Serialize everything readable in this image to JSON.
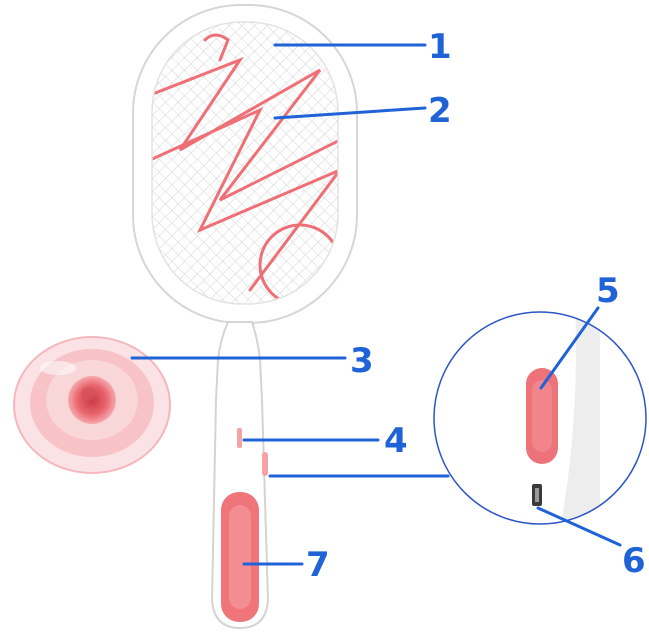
{
  "callouts": [
    {
      "id": "1",
      "label": "1"
    },
    {
      "id": "2",
      "label": "2"
    },
    {
      "id": "3",
      "label": "3"
    },
    {
      "id": "4",
      "label": "4"
    },
    {
      "id": "5",
      "label": "5"
    },
    {
      "id": "6",
      "label": "6"
    },
    {
      "id": "7",
      "label": "7"
    }
  ],
  "colors": {
    "callout": "#1f63d6",
    "accent": "#ee6f75",
    "accent_light": "#f7b9bc",
    "body": "#ffffff",
    "outline": "#d9d9d9",
    "detail_ring": "#2d55c9"
  },
  "icons": [
    "racket-head-icon",
    "mesh-icon",
    "indicator-light-icon",
    "power-switch-icon",
    "usb-port-icon",
    "grip-icon"
  ]
}
